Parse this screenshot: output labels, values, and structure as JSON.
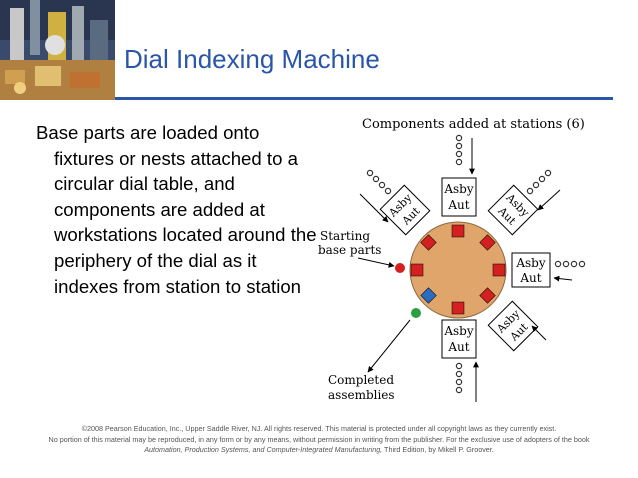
{
  "slide": {
    "title": "Dial Indexing Machine",
    "bullet": "Base parts are loaded onto fixtures or nests attached to a circular dial table, and components are added at workstations located around the periphery of the dial as it indexes from station to station"
  },
  "diagram": {
    "top_label": "Components added at stations (6)",
    "start_label_1": "Starting",
    "start_label_2": "base parts",
    "end_label_1": "Completed",
    "end_label_2": "assemblies",
    "station_line1": "Asby",
    "station_line2": "Aut",
    "colors": {
      "dial": "#e0a56a",
      "fixture": "#d42020",
      "loaded": "#2a6cc0",
      "start_part": "#d42020",
      "end_part": "#2aa040"
    }
  },
  "footer": {
    "line1": "©2008 Pearson Education, Inc., Upper Saddle River, NJ.  All rights reserved.  This material is protected under all copyright laws as they currently exist.",
    "line2": "No portion of this material may be reproduced, in any form or by any means, without permission in writing from the publisher.  For the exclusive use of adopters of the book",
    "line3_italic": "Automation, Production Systems, and Computer-Integrated Manufacturing,",
    "line3_rest": " Third Edition, by Mikell P. Groover."
  }
}
